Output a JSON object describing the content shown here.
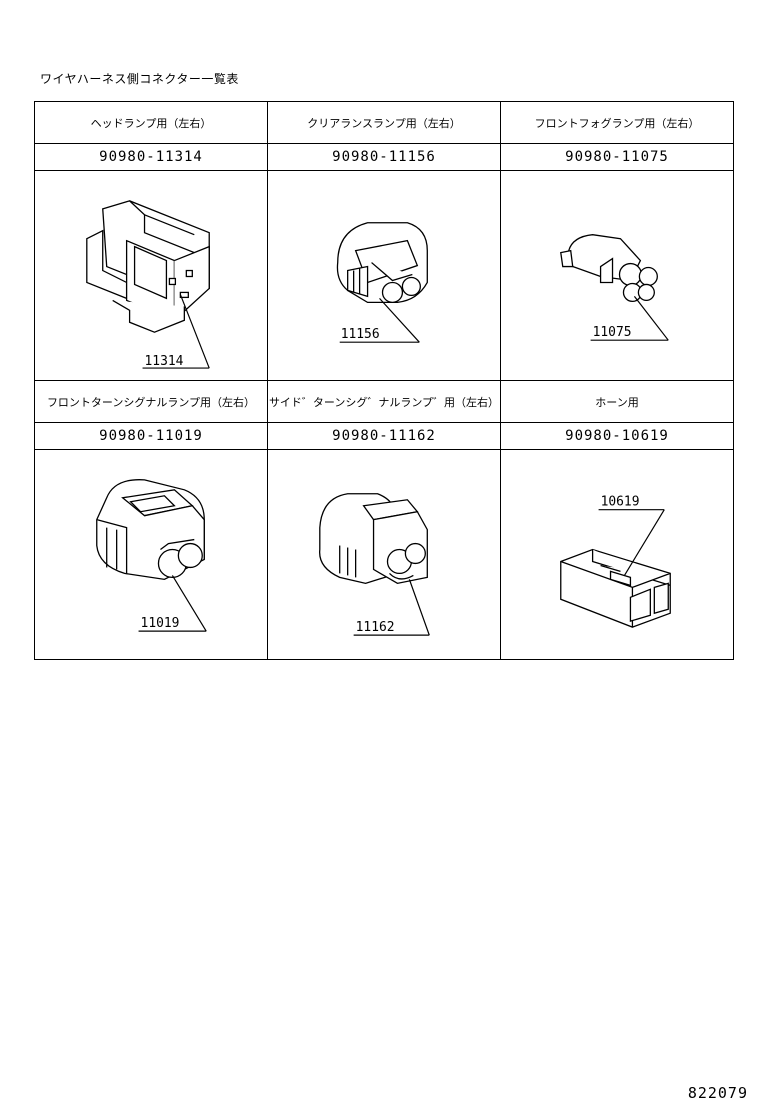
{
  "title": "ワイヤハーネス側コネクター一覧表",
  "rows": [
    {
      "cells": [
        {
          "name": "ヘッドランプ用（左右）",
          "part_no": "90980-11314",
          "code": "11314"
        },
        {
          "name": "クリアランスランプ用（左右）",
          "part_no": "90980-11156",
          "code": "11156"
        },
        {
          "name": "フロントフォグランプ用（左右）",
          "part_no": "90980-11075",
          "code": "11075"
        }
      ]
    },
    {
      "cells": [
        {
          "name": "フロントターンシグナルランプ用（左右）",
          "part_no": "90980-11019",
          "code": "11019"
        },
        {
          "name": "サイド゛ターンシグ゛ナルランプ゛用（左右）",
          "part_no": "90980-11162",
          "code": "11162"
        },
        {
          "name": "ホーン用",
          "part_no": "90980-10619",
          "code": "10619"
        }
      ]
    }
  ],
  "footer": "822079"
}
